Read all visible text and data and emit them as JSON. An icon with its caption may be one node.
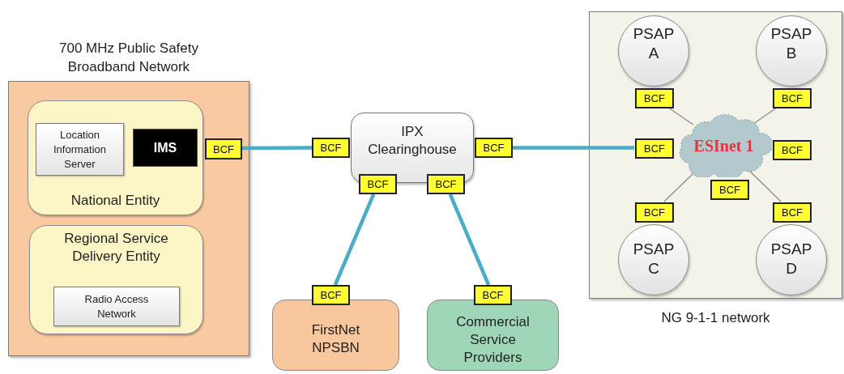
{
  "diagram": {
    "nodes": [
      {
        "text": [
          "700 MHz Public Safety Broadband Network"
        ]
      },
      {
        "text": [
          "National Entity"
        ],
        "in": 0
      },
      {
        "text": [
          "Location Information Server"
        ],
        "in": 1
      },
      {
        "text": [
          "IMS"
        ],
        "in": 1
      },
      {
        "text": [
          "Regional Service Delivery Entity"
        ],
        "in": 0
      },
      {
        "text": [
          "Radio Access Network"
        ],
        "in": 4
      },
      {
        "text": [
          "BCF"
        ],
        "in": 0
      },
      {
        "text": [
          "IPX Clearinghouse"
        ]
      },
      {
        "text": [
          "BCF"
        ]
      },
      {
        "text": [
          "BCF"
        ]
      },
      {
        "text": [
          "BCF"
        ]
      },
      {
        "text": [
          "BCF"
        ]
      },
      {
        "text": [
          "FirstNet NPSBN"
        ]
      },
      {
        "text": [
          "BCF"
        ]
      },
      {
        "text": [
          "Commercial Service Providers"
        ]
      },
      {
        "text": [
          "BCF"
        ]
      },
      {
        "text": [
          "NG 9-1-1 network"
        ]
      },
      {
        "text": [
          "PSAP A"
        ],
        "in": 16
      },
      {
        "text": [
          "BCF"
        ],
        "in": 16
      },
      {
        "text": [
          "PSAP B"
        ],
        "in": 16
      },
      {
        "text": [
          "BCF"
        ],
        "in": 16
      },
      {
        "text": [
          "ESInet 1"
        ],
        "in": 16
      },
      {
        "text": [
          "BCF"
        ],
        "in": 16
      },
      {
        "text": [
          "BCF"
        ],
        "in": 16
      },
      {
        "text": [
          "BCF"
        ],
        "in": 16
      },
      {
        "text": [
          "PSAP C"
        ],
        "in": 16
      },
      {
        "text": [
          "BCF"
        ],
        "in": 16
      },
      {
        "text": [
          "PSAP D"
        ],
        "in": 16
      },
      {
        "text": [
          "BCF"
        ],
        "in": 16
      }
    ],
    "edges": [
      {
        "from": 6,
        "to": 8,
        "arrow": "none",
        "style": "thick"
      },
      {
        "from": 9,
        "to": 22,
        "arrow": "none",
        "style": "thick"
      },
      {
        "from": 10,
        "to": 13,
        "arrow": "none",
        "style": "thick"
      },
      {
        "from": 11,
        "to": 15,
        "arrow": "none",
        "style": "thick"
      },
      {
        "from": 18,
        "to": 21,
        "arrow": "none",
        "color": "#8c8c8c"
      },
      {
        "from": 20,
        "to": 21,
        "arrow": "none",
        "color": "#8c8c8c"
      },
      {
        "from": 26,
        "to": 21,
        "arrow": "none",
        "color": "#8c8c8c"
      },
      {
        "from": 28,
        "to": 21,
        "arrow": "none",
        "color": "#8c8c8c"
      }
    ]
  }
}
